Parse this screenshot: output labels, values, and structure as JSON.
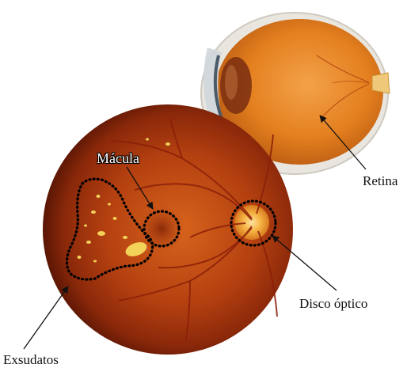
{
  "labels": {
    "retina": "Retina",
    "macula": "Mácula",
    "optic_disc": "Disco óptico",
    "exudates": "Exsudatos"
  },
  "colors": {
    "fundus_dark": "#6a1c05",
    "fundus_mid": "#b84412",
    "fundus_light": "#e0781f",
    "eyeball_orange": "#e88a2c",
    "optic_disc": "#f6b545",
    "exudate_yellow": "#f3d25a",
    "vessel_red": "#8b1f0a",
    "marker_dots": "#000000"
  },
  "icons": [
    "eyeball-cross-section",
    "retinal-fundus-photo"
  ]
}
